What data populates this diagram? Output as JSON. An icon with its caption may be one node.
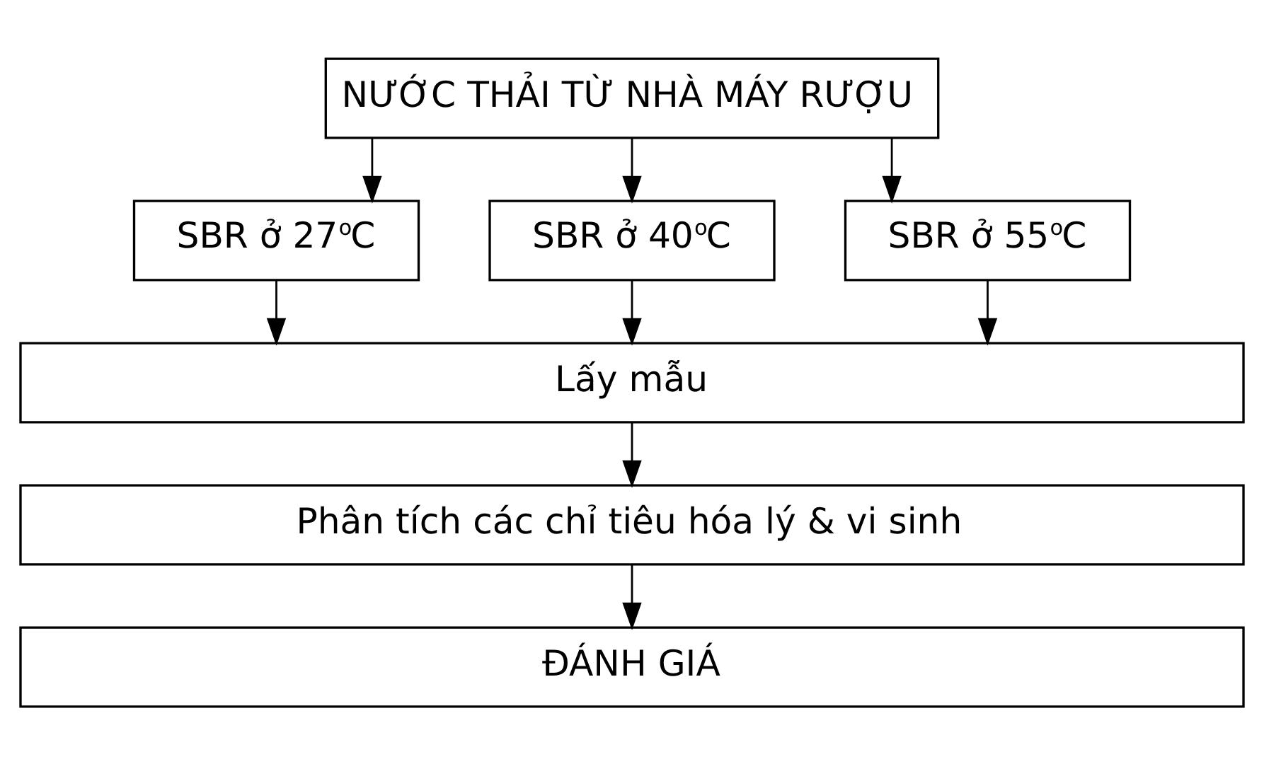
{
  "diagram": {
    "nodes": [
      {
        "text": [
          "NƯỚC THẢI TỪ NHÀ MÁY RƯỢU"
        ]
      },
      {
        "text": [
          "SBR ở 27$^{o}$C"
        ]
      },
      {
        "text": [
          "SBR ở 40$^{o}$C"
        ]
      },
      {
        "text": [
          "SBR ở 55$^{o}$C"
        ]
      },
      {
        "text": [
          "Lấy mẫu"
        ]
      },
      {
        "text": [
          "Phân tích các chỉ tiêu hóa lý & vi sinh"
        ]
      },
      {
        "text": [
          "ĐÁNH GIÁ"
        ]
      }
    ],
    "edges": [
      {
        "from": 0,
        "to": 1,
        "arrow": "to"
      },
      {
        "from": 0,
        "to": 2,
        "arrow": "to"
      },
      {
        "from": 0,
        "to": 3,
        "arrow": "to"
      },
      {
        "from": 1,
        "to": 4,
        "arrow": "to"
      },
      {
        "from": 2,
        "to": 4,
        "arrow": "to"
      },
      {
        "from": 3,
        "to": 4,
        "arrow": "to"
      },
      {
        "from": 4,
        "to": 5,
        "arrow": "to"
      },
      {
        "from": 5,
        "to": 6,
        "arrow": "to"
      }
    ]
  }
}
